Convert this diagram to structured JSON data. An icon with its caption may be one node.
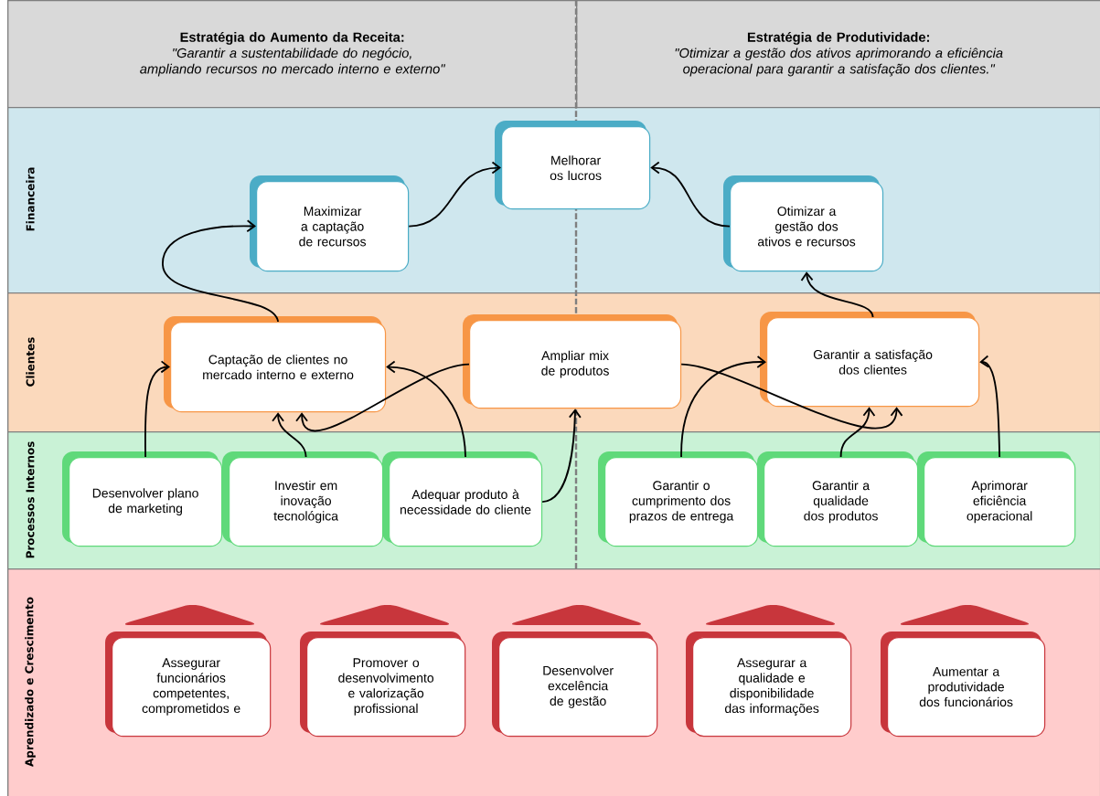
{
  "diagram": {
    "nodes": [
      {
        "text": [
          "Estratégia do Aumento da Receita:",
          "\"Garantir a sustentabilidade do negócio, ampliando recursos no mercado interno e externo\""
        ]
      },
      {
        "text": [
          "Estratégia de Produtividade:",
          "\"Otimizar a gestão dos ativos aprimorando a eficiência operacional para garantir a satisfação dos clientes.\""
        ]
      },
      {
        "text": [
          "Financeira"
        ]
      },
      {
        "text": [
          "Melhorar os lucros"
        ],
        "in": 2
      },
      {
        "text": [
          "Maximizar a captação de recursos"
        ],
        "in": 2
      },
      {
        "text": [
          "Otimizar a gestão dos ativos e recursos"
        ],
        "in": 2
      },
      {
        "text": [
          "Clientes"
        ]
      },
      {
        "text": [
          "Captação de clientes no mercado interno e externo"
        ],
        "in": 6
      },
      {
        "text": [
          "Ampliar mix de produtos"
        ],
        "in": 6
      },
      {
        "text": [
          "Garantir a satisfação dos clientes"
        ],
        "in": 6
      },
      {
        "text": [
          "Processos Internos"
        ]
      },
      {
        "text": [
          "Desenvolver plano de marketing"
        ],
        "in": 10
      },
      {
        "text": [
          "Investir em inovação tecnológica"
        ],
        "in": 10
      },
      {
        "text": [
          "Adequar produto à necessidade do cliente"
        ],
        "in": 10
      },
      {
        "text": [
          "Garantir o cumprimento dos prazos de entrega"
        ],
        "in": 10
      },
      {
        "text": [
          "Garantir a qualidade dos produtos"
        ],
        "in": 10
      },
      {
        "text": [
          "Aprimorar eficiência operacional"
        ],
        "in": 10
      },
      {
        "text": [
          "Aprendizado e Crescimento"
        ]
      },
      {
        "text": [
          "Assegurar funcionários competentes, comprometidos e"
        ],
        "in": 17
      },
      {
        "text": [
          "Promover o desenvolvimento e valorização profissional"
        ],
        "in": 17
      },
      {
        "text": [
          "Desenvolver excelência de gestão"
        ],
        "in": 17
      },
      {
        "text": [
          "Assegurar a qualidade e disponibilidade das informações"
        ],
        "in": 17
      },
      {
        "text": [
          "Aumentar a produtividade dos funcionários"
        ],
        "in": 17
      }
    ],
    "edges": [
      {
        "from": 4,
        "to": 3,
        "arrow": "to"
      },
      {
        "from": 5,
        "to": 3,
        "arrow": "to"
      },
      {
        "from": 7,
        "to": 4,
        "arrow": "to"
      },
      {
        "from": 9,
        "to": 5,
        "arrow": "to"
      },
      {
        "from": 11,
        "to": 7,
        "arrow": "to"
      },
      {
        "from": 12,
        "to": 7,
        "arrow": "to"
      },
      {
        "from": 13,
        "to": 7,
        "arrow": "to"
      },
      {
        "from": 8,
        "to": 7,
        "arrow": "to"
      },
      {
        "from": 13,
        "to": 8,
        "arrow": "to"
      },
      {
        "from": 14,
        "to": 9,
        "arrow": "to"
      },
      {
        "from": 8,
        "to": 9,
        "arrow": "to"
      },
      {
        "from": 15,
        "to": 9,
        "arrow": "to"
      },
      {
        "from": 16,
        "to": 9,
        "arrow": "to"
      }
    ]
  }
}
